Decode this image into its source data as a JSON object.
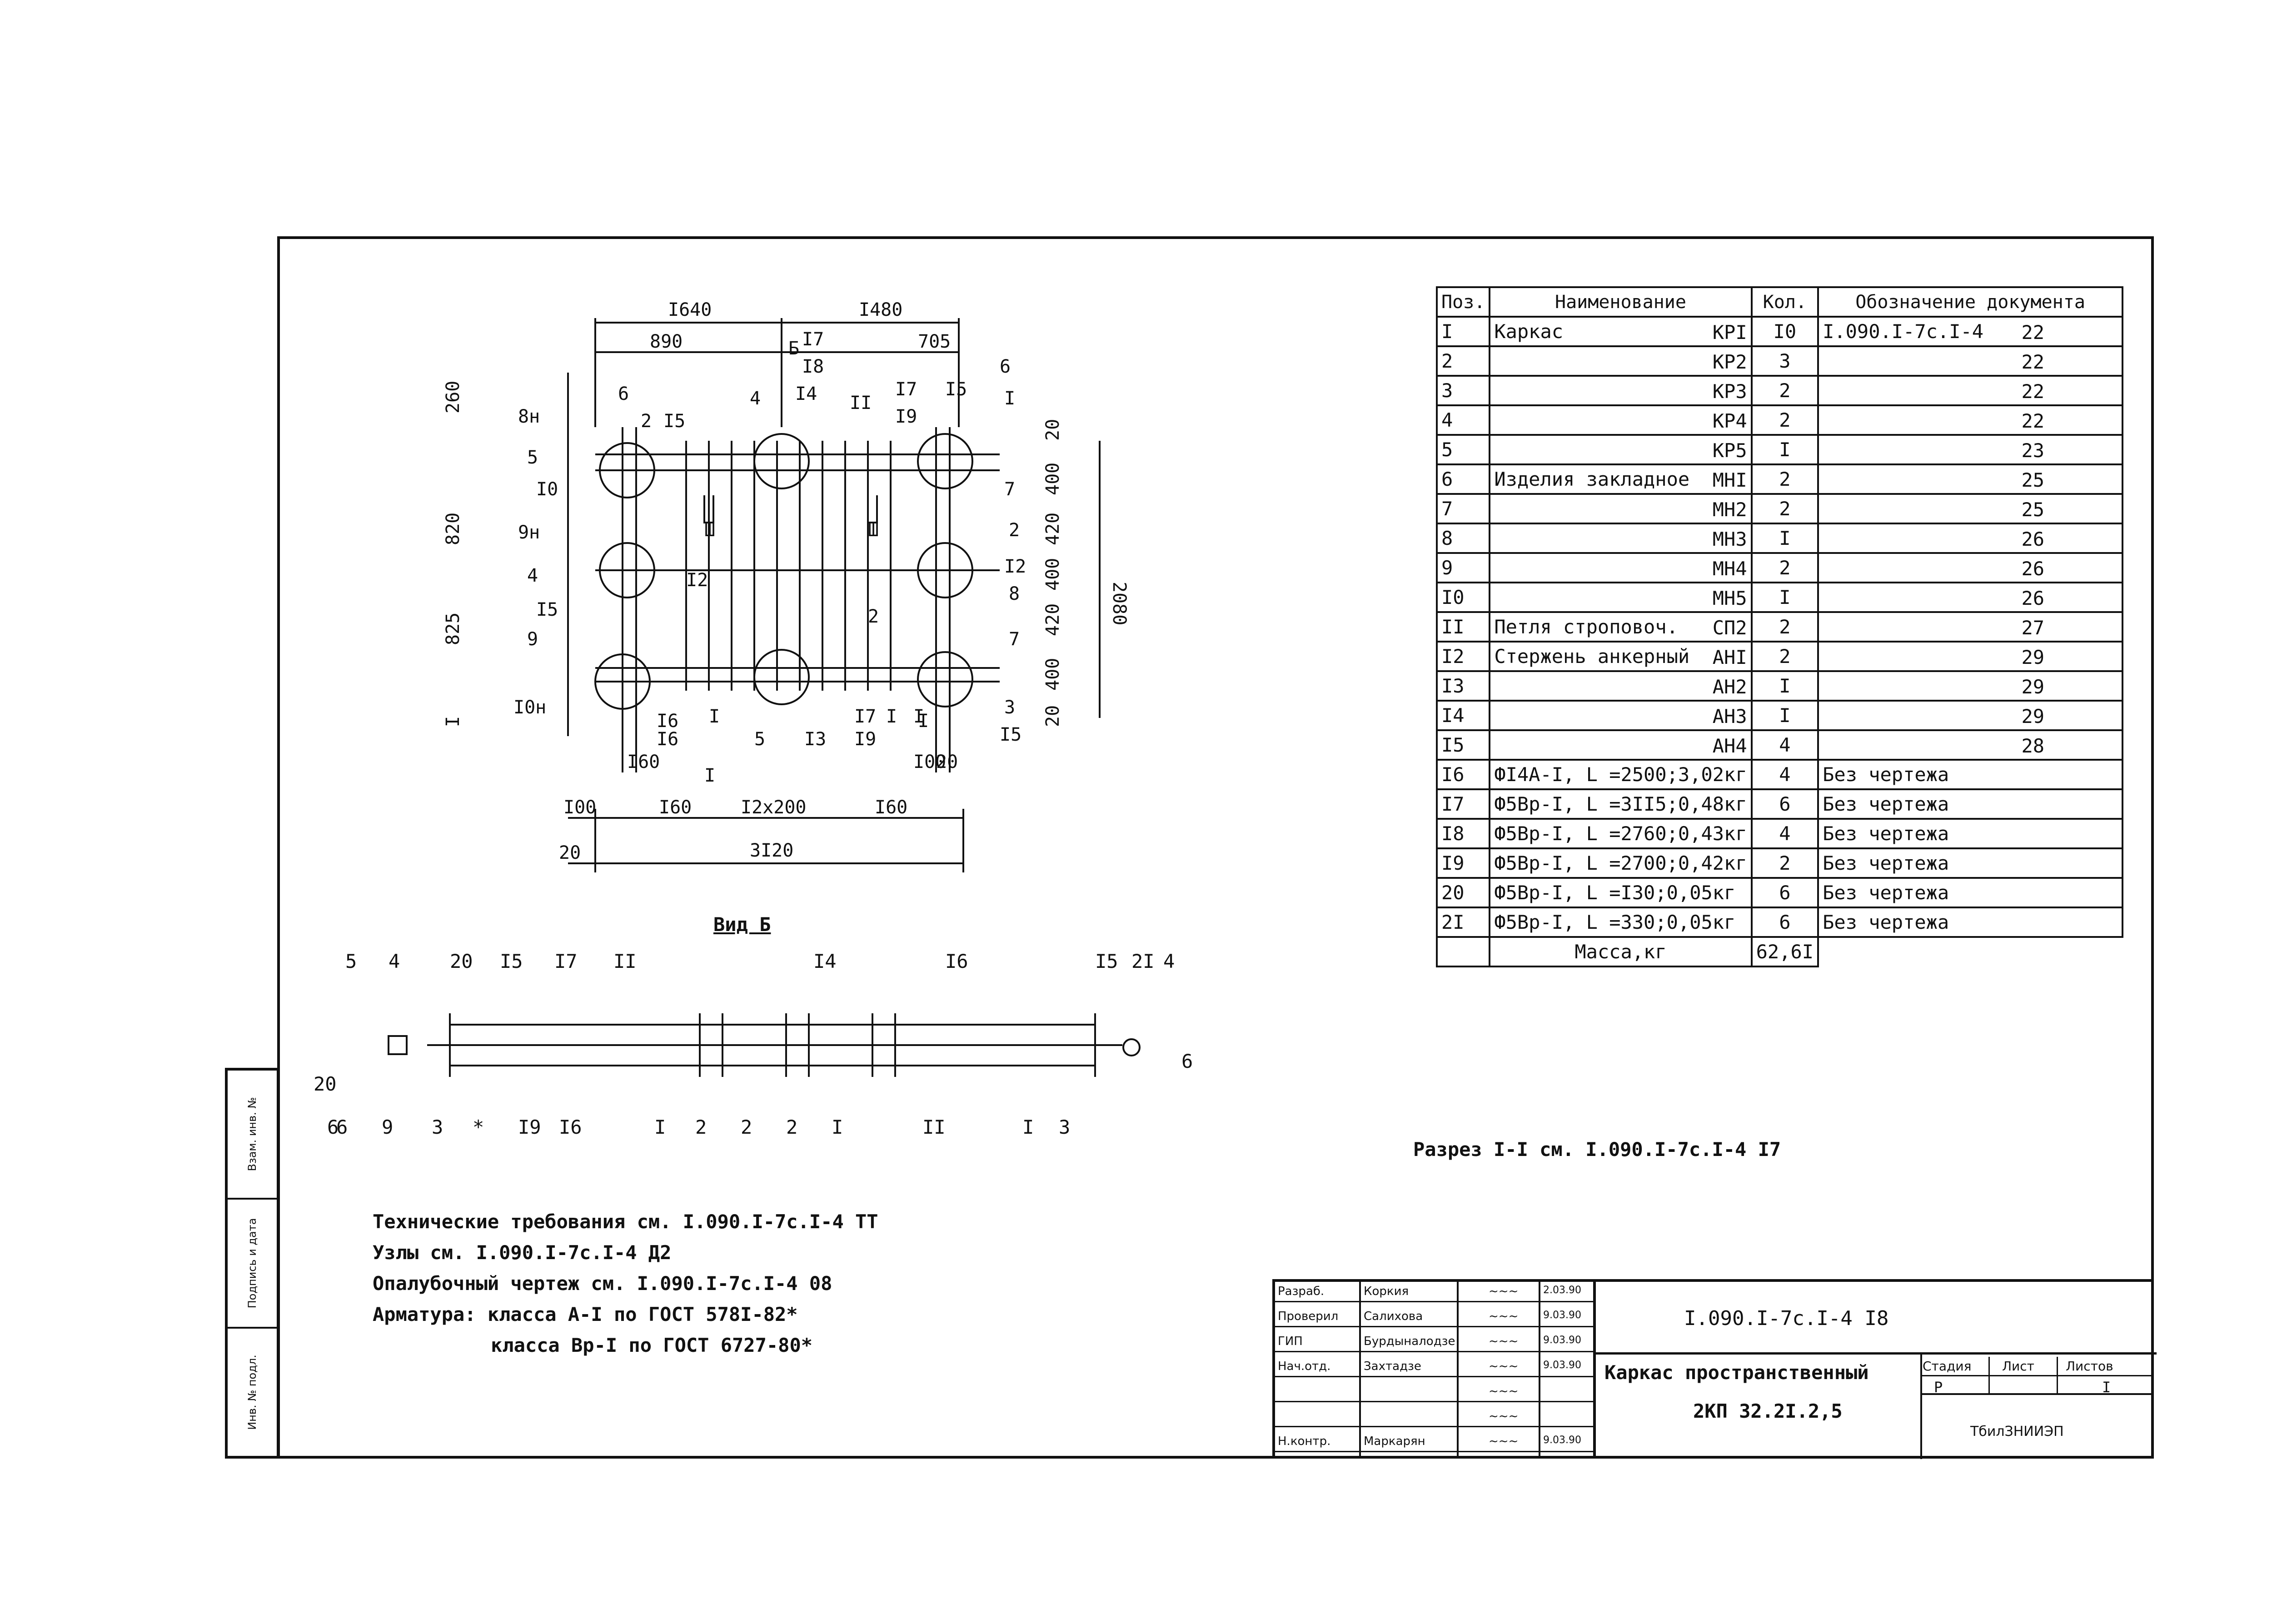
{
  "plan": {
    "dims_top": [
      "I640",
      "I480"
    ],
    "dims_mid": [
      "890",
      "705"
    ],
    "dims_left": [
      "260",
      "820",
      "825",
      "I"
    ],
    "dims_right": [
      "20",
      "400",
      "420",
      "400",
      "420",
      "400",
      "20"
    ],
    "dim_total_height": "2080",
    "dims_bottom": [
      "20",
      "I60",
      "I00",
      "I60",
      "I2x200",
      "I60",
      "I00",
      "20"
    ],
    "dim_total_width": "3I20",
    "callouts": [
      "8н",
      "6",
      "2",
      "I5",
      "5",
      "I0",
      "9н",
      "4",
      "I5",
      "9",
      "I0н",
      "I6",
      "4",
      "I4",
      "Б",
      "I7",
      "I8",
      "II",
      "I7",
      "I9",
      "I5",
      "6",
      "I",
      "7",
      "2",
      "I2",
      "8",
      "2",
      "7",
      "3",
      "I5",
      "I2",
      "I",
      "I",
      "I",
      "I6",
      "5",
      "I3",
      "I7",
      "I9",
      "I",
      "I",
      "Ш",
      "Ш"
    ]
  },
  "view_b": {
    "title": "Вид Б",
    "top_labels": [
      "5",
      "4",
      "20",
      "I5",
      "I7",
      "II",
      "I4",
      "I6",
      "I5",
      "2I",
      "4"
    ],
    "left_labels": [
      "20",
      "6"
    ],
    "right_labels": [
      "6"
    ],
    "bottom_labels": [
      "6",
      "9",
      "3",
      "*",
      "I9",
      "I6",
      "I",
      "2",
      "2",
      "2",
      "I",
      "II",
      "I",
      "3"
    ]
  },
  "spec": {
    "headers": {
      "pos": "Поз.",
      "name": "Наименование",
      "qty": "Кол.",
      "doc": "Обозначение документа"
    },
    "rows": [
      {
        "pos": "I",
        "name": "Каркас",
        "mark": "КРI",
        "qty": "I0",
        "doc": "I.090.I-7с.I-4",
        "sheet": "22"
      },
      {
        "pos": "2",
        "name": "",
        "mark": "КР2",
        "qty": "3",
        "doc": "",
        "sheet": "22"
      },
      {
        "pos": "3",
        "name": "",
        "mark": "КР3",
        "qty": "2",
        "doc": "",
        "sheet": "22"
      },
      {
        "pos": "4",
        "name": "",
        "mark": "КР4",
        "qty": "2",
        "doc": "",
        "sheet": "22"
      },
      {
        "pos": "5",
        "name": "",
        "mark": "КР5",
        "qty": "I",
        "doc": "",
        "sheet": "23"
      },
      {
        "pos": "6",
        "name": "Изделия закладное",
        "mark": "МНI",
        "qty": "2",
        "doc": "",
        "sheet": "25"
      },
      {
        "pos": "7",
        "name": "",
        "mark": "МН2",
        "qty": "2",
        "doc": "",
        "sheet": "25"
      },
      {
        "pos": "8",
        "name": "",
        "mark": "МН3",
        "qty": "I",
        "doc": "",
        "sheet": "26"
      },
      {
        "pos": "9",
        "name": "",
        "mark": "МН4",
        "qty": "2",
        "doc": "",
        "sheet": "26"
      },
      {
        "pos": "I0",
        "name": "",
        "mark": "МН5",
        "qty": "I",
        "doc": "",
        "sheet": "26"
      },
      {
        "pos": "II",
        "name": "Петля строповоч.",
        "mark": "СП2",
        "qty": "2",
        "doc": "",
        "sheet": "27"
      },
      {
        "pos": "I2",
        "name": "Стержень анкерный",
        "mark": "АНI",
        "qty": "2",
        "doc": "",
        "sheet": "29"
      },
      {
        "pos": "I3",
        "name": "",
        "mark": "АН2",
        "qty": "I",
        "doc": "",
        "sheet": "29"
      },
      {
        "pos": "I4",
        "name": "",
        "mark": "АН3",
        "qty": "I",
        "doc": "",
        "sheet": "29"
      },
      {
        "pos": "I5",
        "name": "",
        "mark": "АН4",
        "qty": "4",
        "doc": "",
        "sheet": "28"
      },
      {
        "pos": "I6",
        "name": "ФI4А-I, L =2500;3,02кг",
        "mark": "",
        "qty": "4",
        "doc": "Без чертежа",
        "sheet": ""
      },
      {
        "pos": "I7",
        "name": "Ф5Вр-I, L =3II5;0,48кг",
        "mark": "",
        "qty": "6",
        "doc": "Без чертежа",
        "sheet": ""
      },
      {
        "pos": "I8",
        "name": "Ф5Вр-I, L =2760;0,43кг",
        "mark": "",
        "qty": "4",
        "doc": "Без чертежа",
        "sheet": ""
      },
      {
        "pos": "I9",
        "name": "Ф5Вр-I, L =2700;0,42кг",
        "mark": "",
        "qty": "2",
        "doc": "Без чертежа",
        "sheet": ""
      },
      {
        "pos": "20",
        "name": "Ф5Вр-I, L =I30;0,05кг",
        "mark": "",
        "qty": "6",
        "doc": "Без чертежа",
        "sheet": ""
      },
      {
        "pos": "2I",
        "name": "Ф5Вр-I, L =330;0,05кг",
        "mark": "",
        "qty": "6",
        "doc": "Без чертежа",
        "sheet": ""
      }
    ],
    "mass_label": "Масса,кг",
    "mass_value": "62,6I"
  },
  "section_ref": "Разрез I-I см. I.090.I-7с.I-4 I7",
  "notes": [
    "Технические требования см. I.090.I-7с.I-4 ТТ",
    "Узлы см. I.090.I-7с.I-4 Д2",
    "Опалубочный чертеж см. I.090.I-7с.I-4 08",
    "Арматура: класса А-I по ГОСТ 578I-82*",
    "класса Вр-I по ГОСТ 6727-80*"
  ],
  "side_strip": [
    "Взам. инв. №",
    "Подпись и дата",
    "Инв. № подл."
  ],
  "title_block": {
    "roles": [
      "Разраб.",
      "Проверил",
      "ГИП",
      "Нач.отд.",
      "",
      "",
      "Н.контр."
    ],
    "names": [
      "Коркия",
      "Салихова",
      "Бурдыналодзе",
      "Захтадзе",
      "",
      "",
      "Маркарян"
    ],
    "dates": [
      "2.03.90",
      "9.03.90",
      "9.03.90",
      "9.03.90",
      "",
      "",
      "9.03.90"
    ],
    "doc_number": "I.090.I-7с.I-4 I8",
    "title": "Каркас пространственный",
    "code": "2КП 32.2I.2,5",
    "stage_label": "Стадия",
    "sheet_label": "Лист",
    "sheets_label": "Листов",
    "stage": "Р",
    "sheets": "I",
    "org": "ТбилЗНИИЭП"
  }
}
